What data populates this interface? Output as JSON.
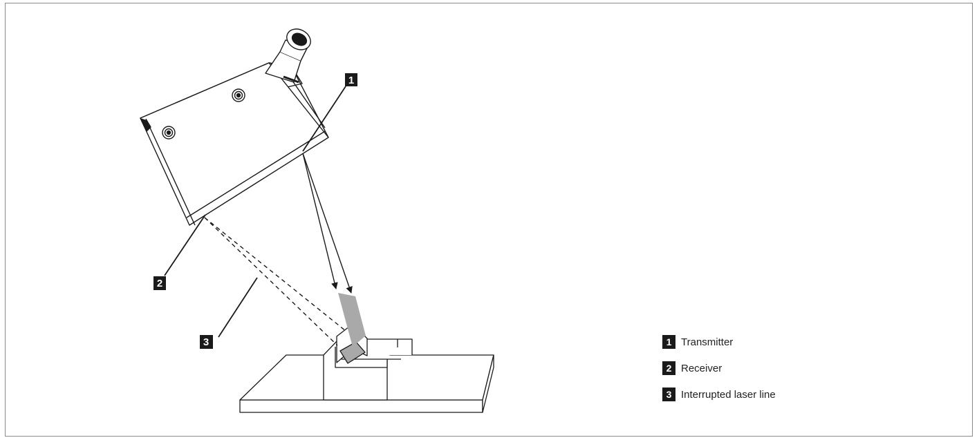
{
  "callouts": [
    {
      "number": "1",
      "label": "Transmitter"
    },
    {
      "number": "2",
      "label": "Receiver"
    },
    {
      "number": "3",
      "label": "Interrupted laser line"
    }
  ],
  "colors": {
    "ink": "#1a1a1a",
    "beam_fill": "#a9a9a9",
    "frame": "#8a8a8a"
  }
}
